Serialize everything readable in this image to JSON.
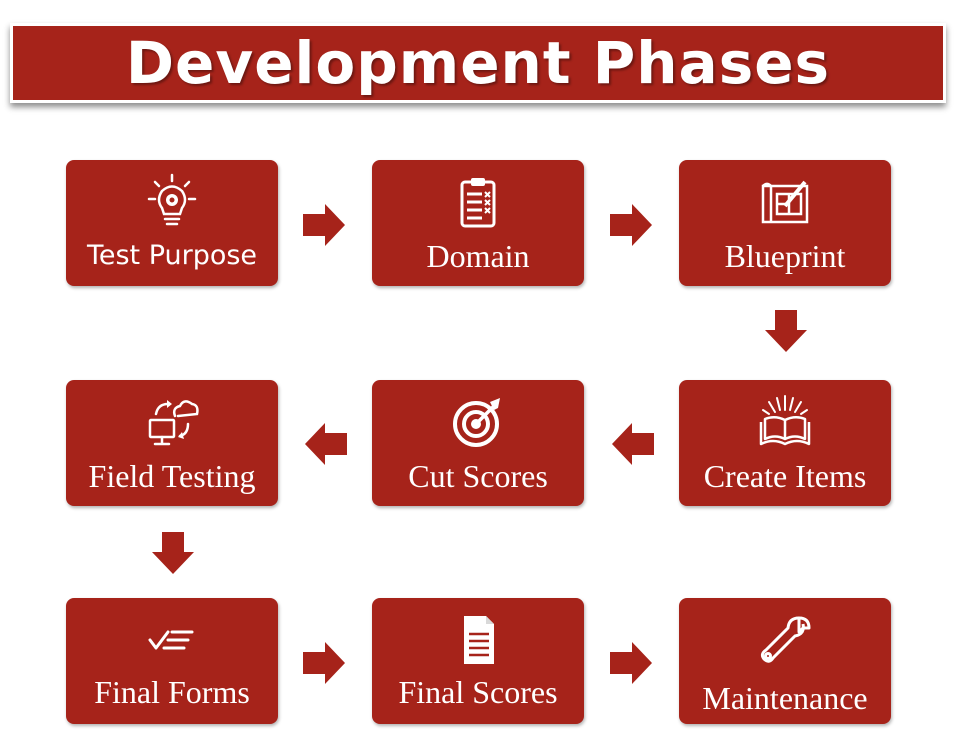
{
  "title": "Development Phases",
  "colors": {
    "accent": "#a6231a",
    "text": "#ffffff"
  },
  "phases": [
    {
      "label": "Test Purpose",
      "icon": "lightbulb-gear-icon"
    },
    {
      "label": "Domain",
      "icon": "clipboard-checklist-icon"
    },
    {
      "label": "Blueprint",
      "icon": "blueprint-icon"
    },
    {
      "label": "Create Items",
      "icon": "open-book-icon"
    },
    {
      "label": "Cut Scores",
      "icon": "target-icon"
    },
    {
      "label": "Field Testing",
      "icon": "computer-cloud-sync-icon"
    },
    {
      "label": "Final Forms",
      "icon": "checklist-icon"
    },
    {
      "label": "Final Scores",
      "icon": "document-icon"
    },
    {
      "label": "Maintenance",
      "icon": "wrench-icon"
    }
  ]
}
